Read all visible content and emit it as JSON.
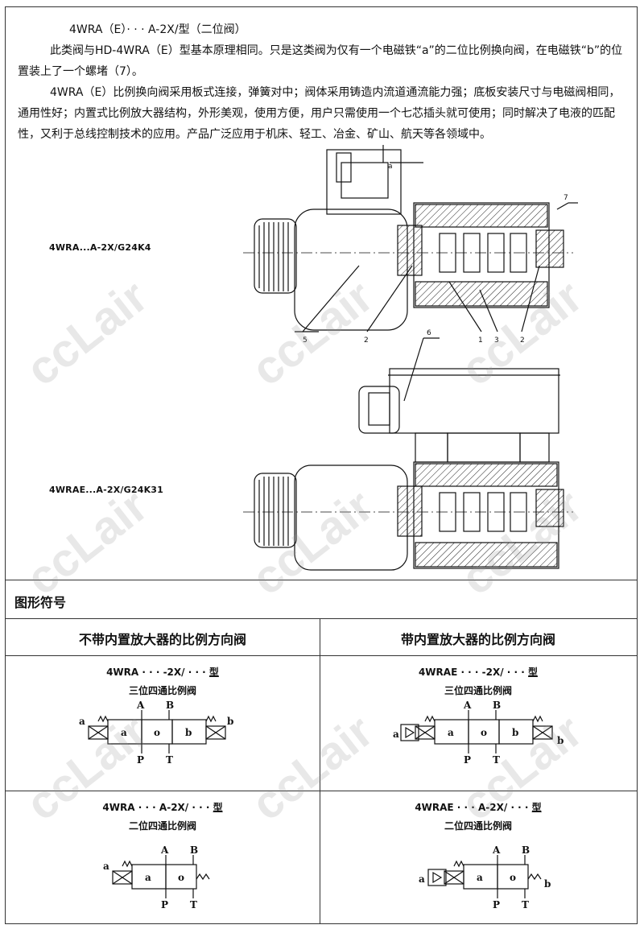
{
  "intro": {
    "title": "4WRA（E）· · · A-2X/型（二位阀）",
    "para1": "此类阀与HD-4WRA（E）型基本原理相同。只是这类阀为仅有一个电磁铁“a”的二位比例换向阀，在电磁铁“b”的位置装上了一个螺堵（7）。",
    "para2": "4WRA（E）比例换向阀采用板式连接，弹簧对中；阀体采用铸造内流道通流能力强；底板安装尺寸与电磁阀相同，通用性好；内置式比例放大器结构，外形美观，使用方便，用户只需使用一个七芯插头就可使用；同时解决了电液的匹配性，又利于总线控制技术的应用。产品广泛应用于机床、轻工、冶金、矿山、航天等各领域中。"
  },
  "drawing": {
    "variant1_label": "4WRA...A-2X/G24K4",
    "variant2_label": "4WRAE...A-2X/G24K31",
    "callouts": [
      "a",
      "7",
      "5",
      "2",
      "1",
      "3",
      "2",
      "6"
    ]
  },
  "symbols": {
    "section_title": "图形符号",
    "col_left_header": "不带内置放大器的比例方向阀",
    "col_right_header": "带内置放大器的比例方向阀",
    "cells": [
      {
        "model_prefix": "4WRA · · · -2X/ · · · ",
        "model_suffix": "型",
        "desc": "三位四通比例阀",
        "labels": {
          "a_ext": "a",
          "b_ext": "b",
          "a_box": "a",
          "o_box": "o",
          "b_box": "b",
          "A": "A",
          "B": "B",
          "P": "P",
          "T": "T"
        }
      },
      {
        "model_prefix": "4WRAE · · · -2X/ · · · ",
        "model_suffix": "型",
        "desc": "三位四通比例阀",
        "labels": {
          "a_ext": "a",
          "b_ext": "b",
          "a_box": "a",
          "o_box": "o",
          "b_box": "b",
          "A": "A",
          "B": "B",
          "P": "P",
          "T": "T"
        }
      },
      {
        "model_prefix": "4WRA · · · A-2X/ · · · ",
        "model_suffix": "型",
        "desc": "二位四通比例阀",
        "labels": {
          "a_ext": "a",
          "a_box": "a",
          "o_box": "o",
          "A": "A",
          "B": "B",
          "P": "P",
          "T": "T"
        }
      },
      {
        "model_prefix": "4WRAE · · · A-2X/ · · · ",
        "model_suffix": "型",
        "desc": "二位四通比例阀",
        "labels": {
          "a_ext": "a",
          "b_ext": "b",
          "a_box": "a",
          "o_box": "o",
          "A": "A",
          "B": "B",
          "P": "P",
          "T": "T"
        }
      }
    ]
  },
  "watermark": "ccLair"
}
